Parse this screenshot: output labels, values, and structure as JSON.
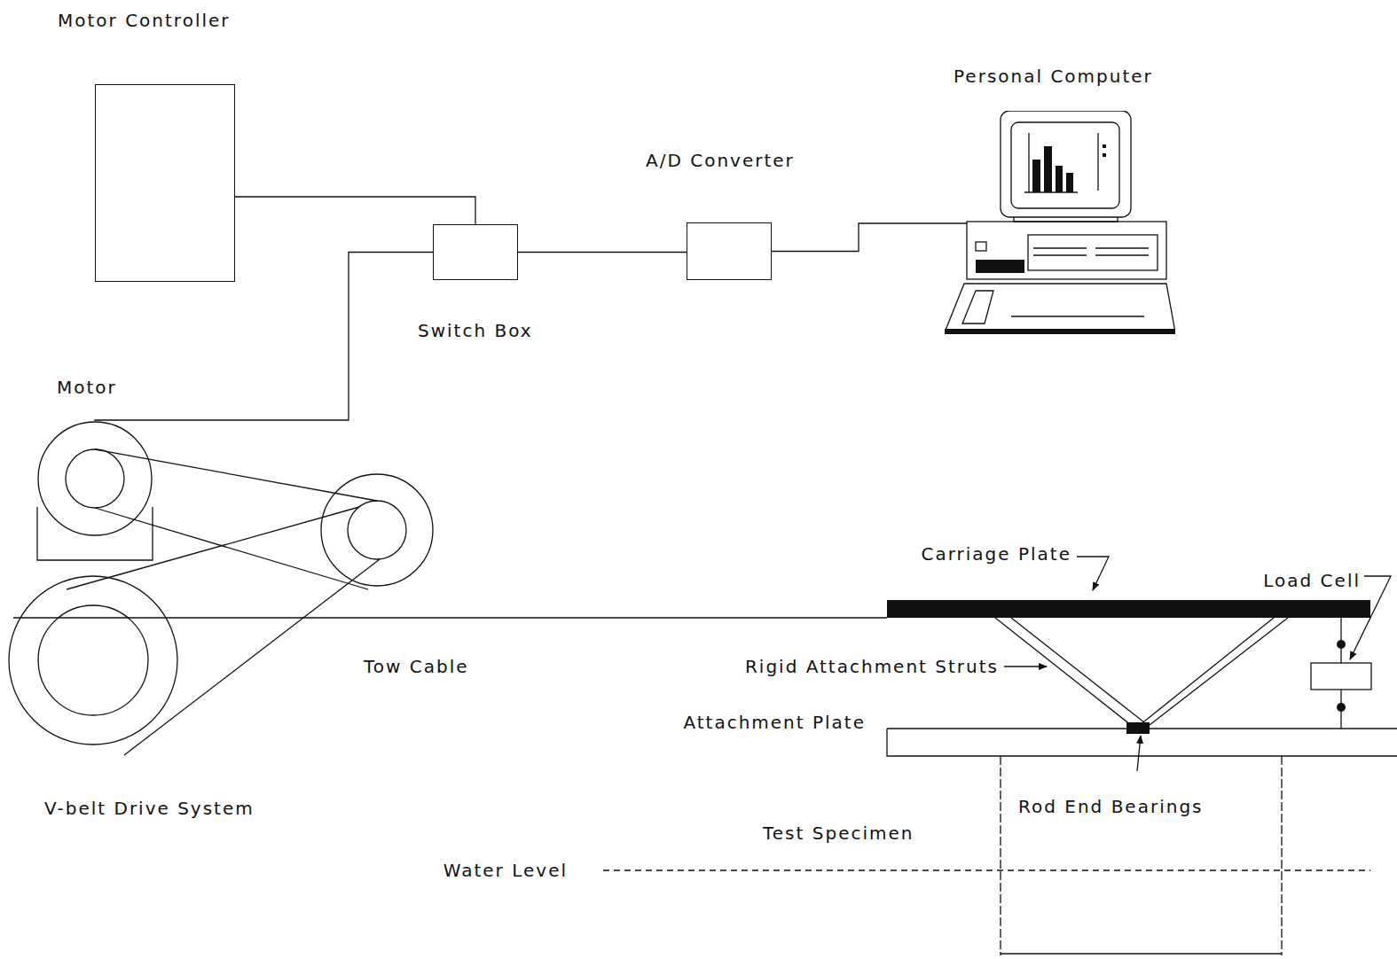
{
  "diagram": {
    "nodes": [
      {
        "text": [
          "Motor Controller"
        ]
      },
      {
        "text": [
          "Switch Box"
        ]
      },
      {
        "text": [
          "A/D Converter"
        ]
      },
      {
        "text": [
          "Personal Computer"
        ]
      },
      {
        "text": [
          "Motor"
        ]
      }
    ],
    "edges": [
      {
        "from": 0,
        "to": 1,
        "arrow": "none"
      },
      {
        "from": 1,
        "to": 2,
        "arrow": "none"
      },
      {
        "from": 2,
        "to": 3,
        "arrow": "none"
      },
      {
        "from": 1,
        "to": 4,
        "arrow": "none"
      }
    ],
    "labels": [
      "V-belt Drive System",
      "Tow Cable",
      "Carriage Plate",
      "Load Cell",
      "Rigid Attachment Struts",
      "Attachment Plate",
      "Rod End Bearings",
      "Test Specimen",
      "Water Level"
    ]
  }
}
